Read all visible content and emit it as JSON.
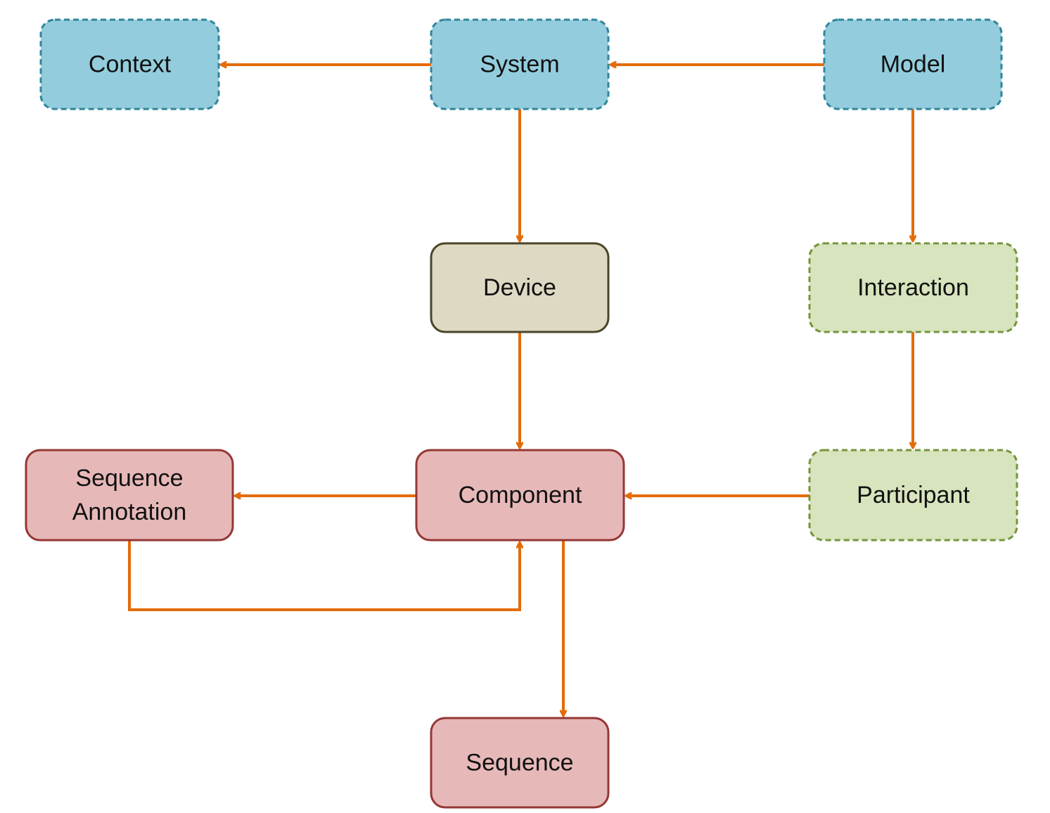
{
  "colors": {
    "edge": "#E36C0A",
    "blue_fill": "#93CDDD",
    "blue_stroke": "#31859C",
    "tan_fill": "#DDD9C3",
    "tan_stroke": "#4A452A",
    "green_fill": "#D7E4BD",
    "green_stroke": "#77933C",
    "red_fill": "#E6B9B8",
    "red_stroke": "#953735"
  },
  "nodes": [
    {
      "id": "context",
      "lines": [
        "Context"
      ],
      "style": "blue",
      "dashed": true
    },
    {
      "id": "system",
      "lines": [
        "System"
      ],
      "style": "blue",
      "dashed": true
    },
    {
      "id": "model",
      "lines": [
        "Model"
      ],
      "style": "blue",
      "dashed": true
    },
    {
      "id": "device",
      "lines": [
        "Device"
      ],
      "style": "tan",
      "dashed": false
    },
    {
      "id": "interaction",
      "lines": [
        "Interaction"
      ],
      "style": "green",
      "dashed": true
    },
    {
      "id": "sequence-annotation",
      "lines": [
        "Sequence",
        "Annotation"
      ],
      "style": "red",
      "dashed": false
    },
    {
      "id": "component",
      "lines": [
        "Component"
      ],
      "style": "red",
      "dashed": false
    },
    {
      "id": "participant",
      "lines": [
        "Participant"
      ],
      "style": "green",
      "dashed": true
    },
    {
      "id": "sequence",
      "lines": [
        "Sequence"
      ],
      "style": "red",
      "dashed": false
    }
  ],
  "edges": [
    {
      "from": "system",
      "to": "context"
    },
    {
      "from": "model",
      "to": "system"
    },
    {
      "from": "system",
      "to": "device"
    },
    {
      "from": "model",
      "to": "interaction"
    },
    {
      "from": "device",
      "to": "component"
    },
    {
      "from": "interaction",
      "to": "participant"
    },
    {
      "from": "component",
      "to": "sequence-annotation"
    },
    {
      "from": "participant",
      "to": "component"
    },
    {
      "from": "sequence-annotation",
      "to": "component"
    },
    {
      "from": "component",
      "to": "sequence"
    }
  ]
}
